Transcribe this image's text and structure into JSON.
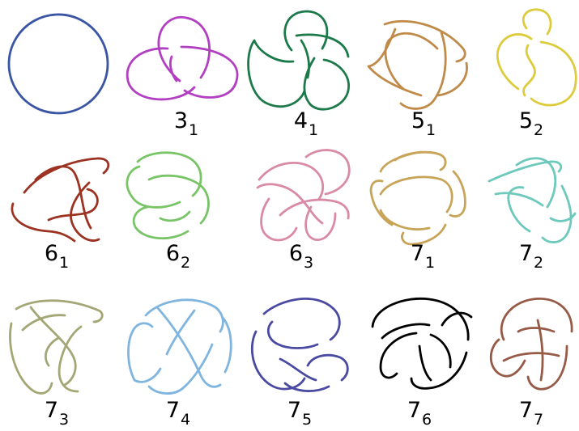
{
  "knots": [
    {
      "id": "0_1",
      "number": "",
      "sub": "",
      "color": "#3a55a4"
    },
    {
      "id": "3_1",
      "number": "3",
      "sub": "1",
      "color": "#b23fc2"
    },
    {
      "id": "4_1",
      "number": "4",
      "sub": "1",
      "color": "#1c7a4a"
    },
    {
      "id": "5_1",
      "number": "5",
      "sub": "1",
      "color": "#c08a48"
    },
    {
      "id": "5_2",
      "number": "5",
      "sub": "2",
      "color": "#dccb3b"
    },
    {
      "id": "6_1",
      "number": "6",
      "sub": "1",
      "color": "#9c3322"
    },
    {
      "id": "6_2",
      "number": "6",
      "sub": "2",
      "color": "#78c466"
    },
    {
      "id": "6_3",
      "number": "6",
      "sub": "3",
      "color": "#d98aa4"
    },
    {
      "id": "7_1",
      "number": "7",
      "sub": "1",
      "color": "#c7a457"
    },
    {
      "id": "7_2",
      "number": "7",
      "sub": "2",
      "color": "#6cc9bc"
    },
    {
      "id": "7_3",
      "number": "7",
      "sub": "3",
      "color": "#a3a675"
    },
    {
      "id": "7_4",
      "number": "7",
      "sub": "4",
      "color": "#7fb5df"
    },
    {
      "id": "7_5",
      "number": "7",
      "sub": "5",
      "color": "#4a4aa2"
    },
    {
      "id": "7_6",
      "number": "7",
      "sub": "6",
      "color": "#000000"
    },
    {
      "id": "7_7",
      "number": "7",
      "sub": "7",
      "color": "#965a47"
    }
  ]
}
